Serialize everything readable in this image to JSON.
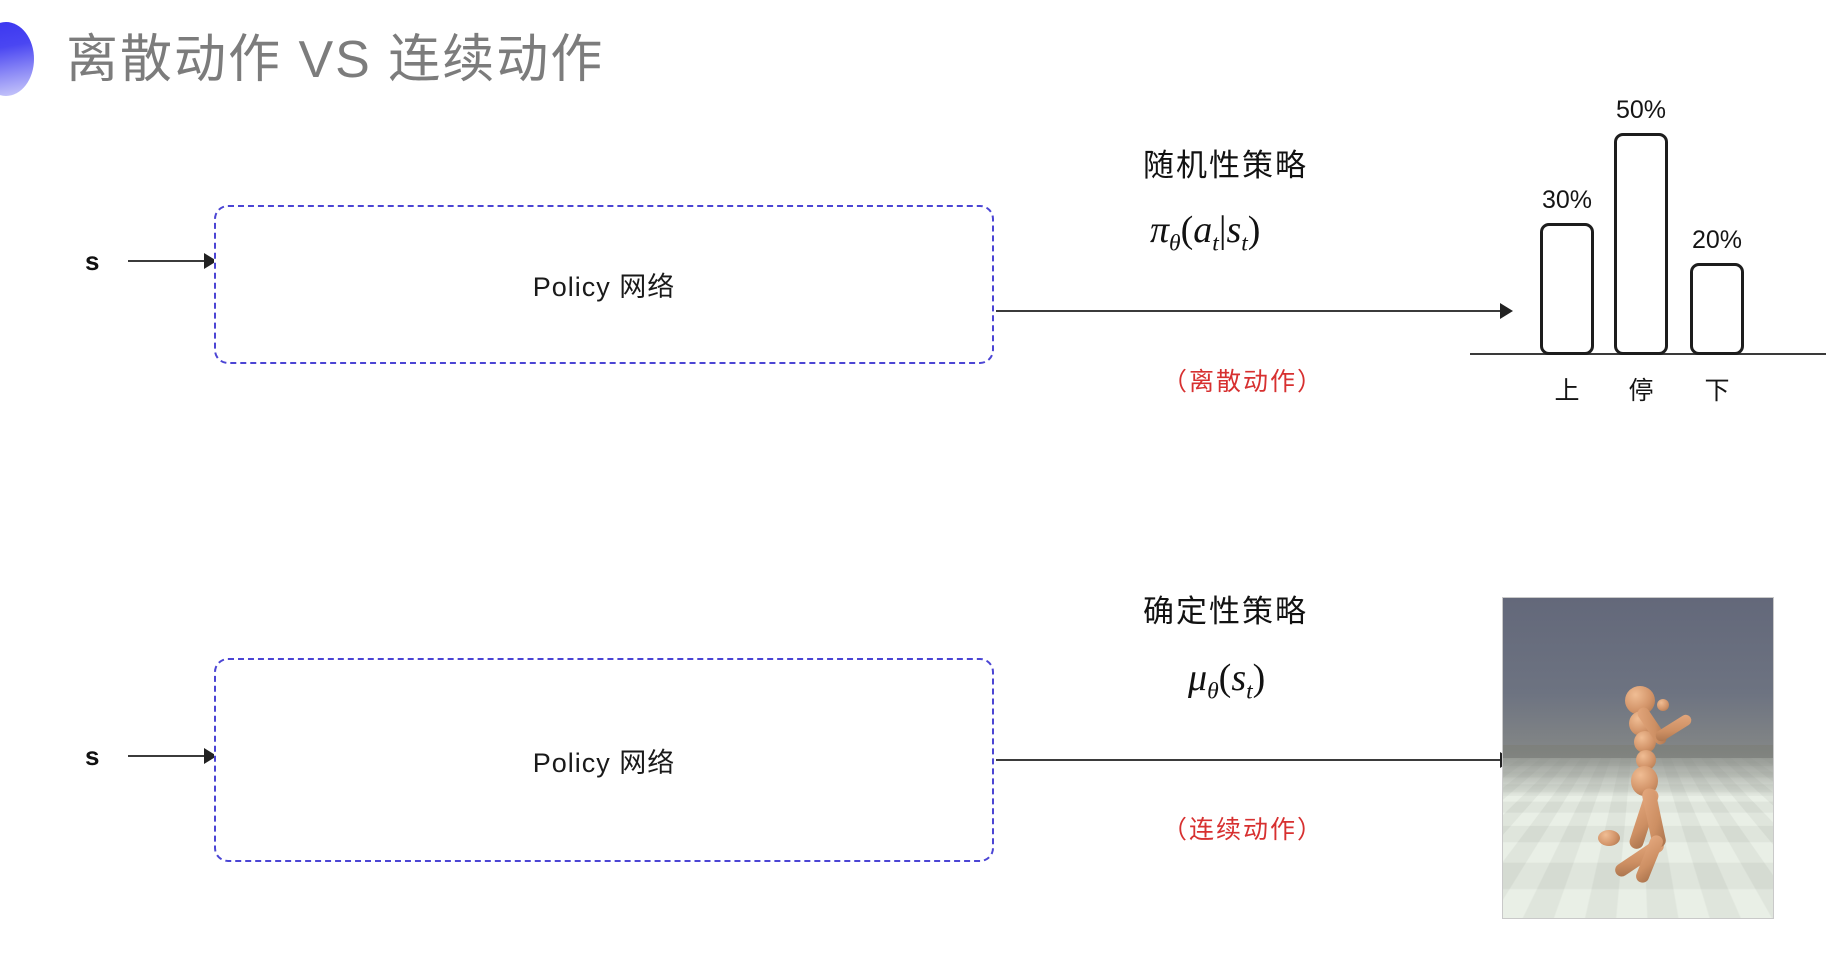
{
  "slide": {
    "title": "离散动作 VS 连续动作",
    "bullet_color": "#3a35f0",
    "background": "#ffffff"
  },
  "rows": [
    {
      "id": "discrete",
      "state_label": "s",
      "policy_box_label": "Policy 网络",
      "annotation_title": "随机性策略",
      "formula_plain": "πθ(at|st)",
      "formula_base": "π",
      "formula_theta": "θ",
      "formula_body_open": "(",
      "formula_a": "a",
      "formula_a_sub": "t",
      "formula_bar": "|",
      "formula_s": "s",
      "formula_s_sub": "t",
      "formula_body_close": ")",
      "red_note": "（离散动作）",
      "red_color": "#d73030"
    },
    {
      "id": "continuous",
      "state_label": "s",
      "policy_box_label": "Policy 网络",
      "annotation_title": "确定性策略",
      "formula_plain": "μθ(st)",
      "formula_base": "μ",
      "formula_theta": "θ",
      "formula_body_open": "(",
      "formula_s": "s",
      "formula_s_sub": "t",
      "formula_body_close": ")",
      "red_note": "（连续动作）",
      "red_color": "#d73030"
    }
  ],
  "chart_data": {
    "type": "bar",
    "title": "",
    "categories": [
      "上",
      "停",
      "下"
    ],
    "values": [
      30,
      50,
      20
    ],
    "value_labels": [
      "30%",
      "50%",
      "20%"
    ],
    "ylim": [
      0,
      55
    ],
    "xlabel": "",
    "ylabel": "",
    "grid": false,
    "legend": "none",
    "bar_style": "outlined-rounded",
    "bar_border_color": "#1d1d1d",
    "bar_fill_color": "#ffffff",
    "axis_color": "#3a3a3a"
  },
  "sim": {
    "caption": "",
    "alt_name": "mujoco-humanoid-running",
    "sky_color": "#6d7381",
    "floor_colors": [
      "#0a0a0a",
      "#e9efe6"
    ],
    "figure_color": "#cd8f63"
  }
}
